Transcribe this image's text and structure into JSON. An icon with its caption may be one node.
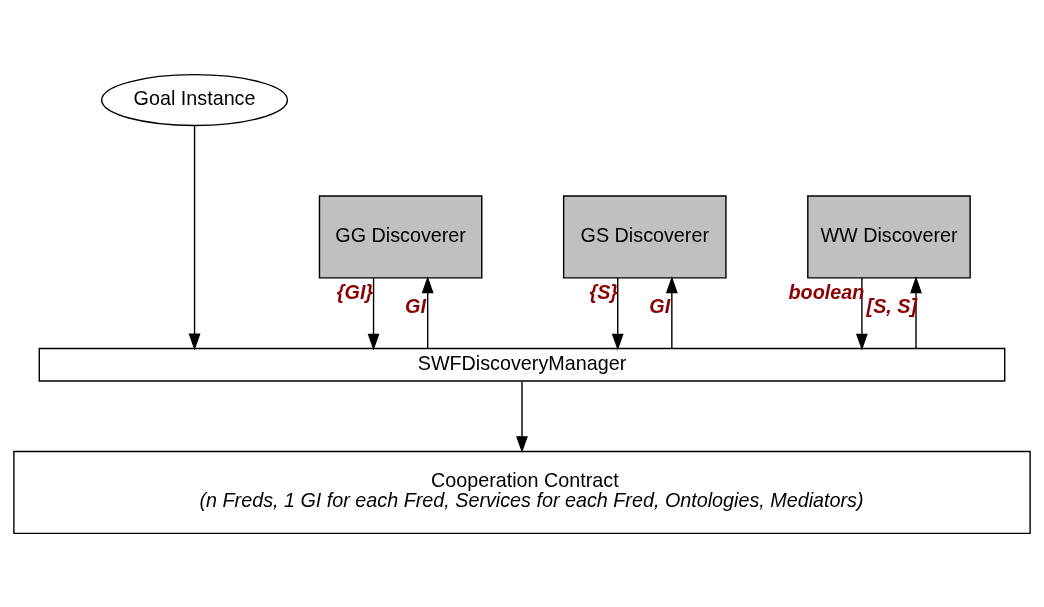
{
  "diagram": {
    "nodes": [
      {
        "text": [
          "Goal Instance"
        ]
      },
      {
        "text": [
          "GG Discoverer"
        ]
      },
      {
        "text": [
          "GS Discoverer"
        ]
      },
      {
        "text": [
          "WW Discoverer"
        ]
      },
      {
        "text": [
          "SWFDiscoveryManager"
        ]
      },
      {
        "text": [
          "Cooperation Contract",
          "(n Freds, 1 GI for each Fred, Services for each Fred, Ontologies, Mediators)"
        ]
      }
    ],
    "edges": [
      {
        "from": 0,
        "to": 4,
        "arrow": "to"
      },
      {
        "from": 4,
        "to": 1,
        "arrow": "to",
        "label": "GI"
      },
      {
        "from": 1,
        "to": 4,
        "arrow": "to",
        "label": "{GI}"
      },
      {
        "from": 4,
        "to": 2,
        "arrow": "to",
        "label": "GI"
      },
      {
        "from": 2,
        "to": 4,
        "arrow": "to",
        "label": "{S}"
      },
      {
        "from": 4,
        "to": 3,
        "arrow": "to",
        "label": "[S, S]"
      },
      {
        "from": 3,
        "to": 4,
        "arrow": "to",
        "label": "boolean"
      },
      {
        "from": 4,
        "to": 5,
        "arrow": "to"
      }
    ]
  }
}
